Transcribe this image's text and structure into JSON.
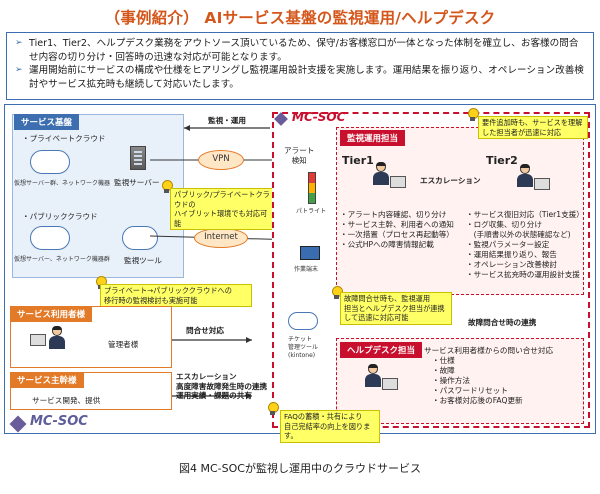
{
  "title": "（事例紹介） AIサービス基盤の監視運用/ヘルプデスク",
  "bullets": [
    "Tier1、Tier2、ヘルプデスク業務をアウトソース頂いているため、保守/お客様窓口が一体となった体制を確立し、お客様の問合せ内容の切り分け・回答時の迅速な対応が可能となります。",
    "運用開始前にサービスの構成や仕様をヒアリングし監視運用設計支援を実施します。運用結果を振り返り、オペレーション改善検討やサービス拡充時も継続して対応いたします。"
  ],
  "service_base": {
    "tag": "サービス基盤",
    "private_cloud": "・プライベートクラウド",
    "private_devices": "仮想サーバー群、ネットワーク機器",
    "monitor_server": "監視サーバー",
    "public_cloud": "・パブリッククラウド",
    "public_devices": "仮想サーバー、ネットワーク機器群",
    "monitor_tool": "監視ツール"
  },
  "links": {
    "monitoring_ops": "監視・運用",
    "vpn": "VPN",
    "internet": "Internet",
    "hybrid_note": "パブリック/プライベートクラウドの\nハイブリット環境でも対応可能",
    "migration_note": "プライベート→パブリッククラウドへの\n移行時の監視検討も実施可能",
    "alert": "アラート\n検知",
    "patlite": "パトライト",
    "work_terminal": "作業端末",
    "ticket_tool": "チケット\n管理ツール\n(kintone)",
    "inquiry": "問合せ対応",
    "escalation_block": "エスカレーション\n高度障害故障発生時の連携\n運用実績・課題の共有",
    "faq_note": "FAQの蓄積・共有により\n自己完結率の向上を図ります。",
    "inquiry_link": "故障問合せ時の連携"
  },
  "mcsoc": {
    "brand": "MC-SOC",
    "kanshi_tag": "監視運用担当",
    "tier1": "Tier1",
    "tier2": "Tier2",
    "escalation": "エスカレーション",
    "tier2_note": "要件追加時も、サービスを理解\nした担当者が迅速に対応",
    "tier1_items": [
      "・アラート内容確認、切り分け",
      "・サービス主幹、利用者への通知",
      "・一次措置（プロセス再起動等）",
      "・公式HPへの障害情報記載"
    ],
    "tier2_items": [
      "・サービス復旧対応（Tier1支援）",
      "・ログ収集、切り分け",
      "　(手順書以外の状態確認など)",
      "・監視パラメーター設定",
      "・運用結果振り返り、報告",
      "・オペレーション改善検討",
      "・サービス拡充時の運用設計支援"
    ],
    "help_note": "故障問合せ時も、監視運用\n担当とヘルプデスク担当が連携\nして迅速に対応可能",
    "help_tag": "ヘルプデスク担当",
    "help_title": "サービス利用者様からの問い合せ対応",
    "help_items": [
      "・仕様",
      "・故障",
      "・操作方法",
      "・パスワードリセット",
      "・お客様対応後のFAQ更新"
    ]
  },
  "user": {
    "tag": "サービス利用者様",
    "label": "管理者様"
  },
  "main": {
    "tag": "サービス主幹様",
    "label": "サービス開発、提供"
  },
  "footer_logo": "MC-SOC",
  "caption": "図4 MC-SOCが監視し運用中のクラウドサービス"
}
